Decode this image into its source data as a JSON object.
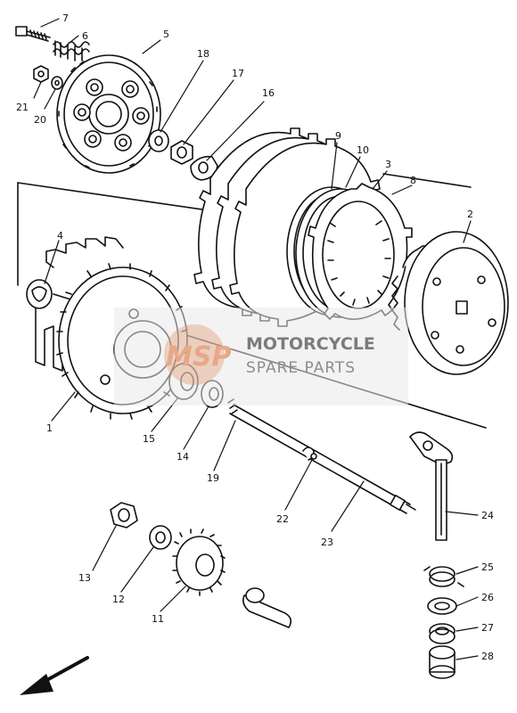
{
  "callouts": [
    {
      "id": "c1",
      "label": "1"
    },
    {
      "id": "c2",
      "label": "2"
    },
    {
      "id": "c3",
      "label": "3"
    },
    {
      "id": "c4",
      "label": "4"
    },
    {
      "id": "c5",
      "label": "5"
    },
    {
      "id": "c6",
      "label": "6"
    },
    {
      "id": "c7",
      "label": "7"
    },
    {
      "id": "c8",
      "label": "8"
    },
    {
      "id": "c9",
      "label": "9"
    },
    {
      "id": "c10",
      "label": "10"
    },
    {
      "id": "c11",
      "label": "11"
    },
    {
      "id": "c12",
      "label": "12"
    },
    {
      "id": "c13",
      "label": "13"
    },
    {
      "id": "c14",
      "label": "14"
    },
    {
      "id": "c15",
      "label": "15"
    },
    {
      "id": "c16",
      "label": "16"
    },
    {
      "id": "c17",
      "label": "17"
    },
    {
      "id": "c18",
      "label": "18"
    },
    {
      "id": "c19",
      "label": "19"
    },
    {
      "id": "c20",
      "label": "20"
    },
    {
      "id": "c21",
      "label": "21"
    },
    {
      "id": "c22",
      "label": "22"
    },
    {
      "id": "c23",
      "label": "23"
    },
    {
      "id": "c24",
      "label": "24"
    },
    {
      "id": "c25",
      "label": "25"
    },
    {
      "id": "c26",
      "label": "26"
    },
    {
      "id": "c27",
      "label": "27"
    },
    {
      "id": "c28",
      "label": "28"
    }
  ],
  "watermark": {
    "logo_text": "MSP",
    "brand": "MOTORCYCLE",
    "subtitle": "SPARE PARTS",
    "logo_color": "#e08a5c",
    "text_color": "#808080"
  },
  "front_arrow_icon": "arrow-down-left-icon"
}
